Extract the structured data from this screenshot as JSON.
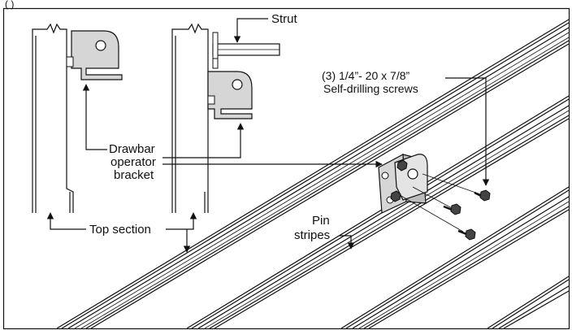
{
  "header_fragment": "(      )",
  "labels": {
    "strut": "Strut",
    "screws_line1": "(3) 1/4”- 20 x 7/8”",
    "screws_line2": "Self-drilling screws",
    "drawbar_line1": "Drawbar",
    "drawbar_line2": "operator",
    "drawbar_line3": "bracket",
    "top_section": "Top section",
    "pin_line1": "Pin",
    "pin_line2": "stripes"
  },
  "colors": {
    "ink": "#111111",
    "bracket_fill": "#d6d6d6",
    "screw_fill": "#444444"
  }
}
